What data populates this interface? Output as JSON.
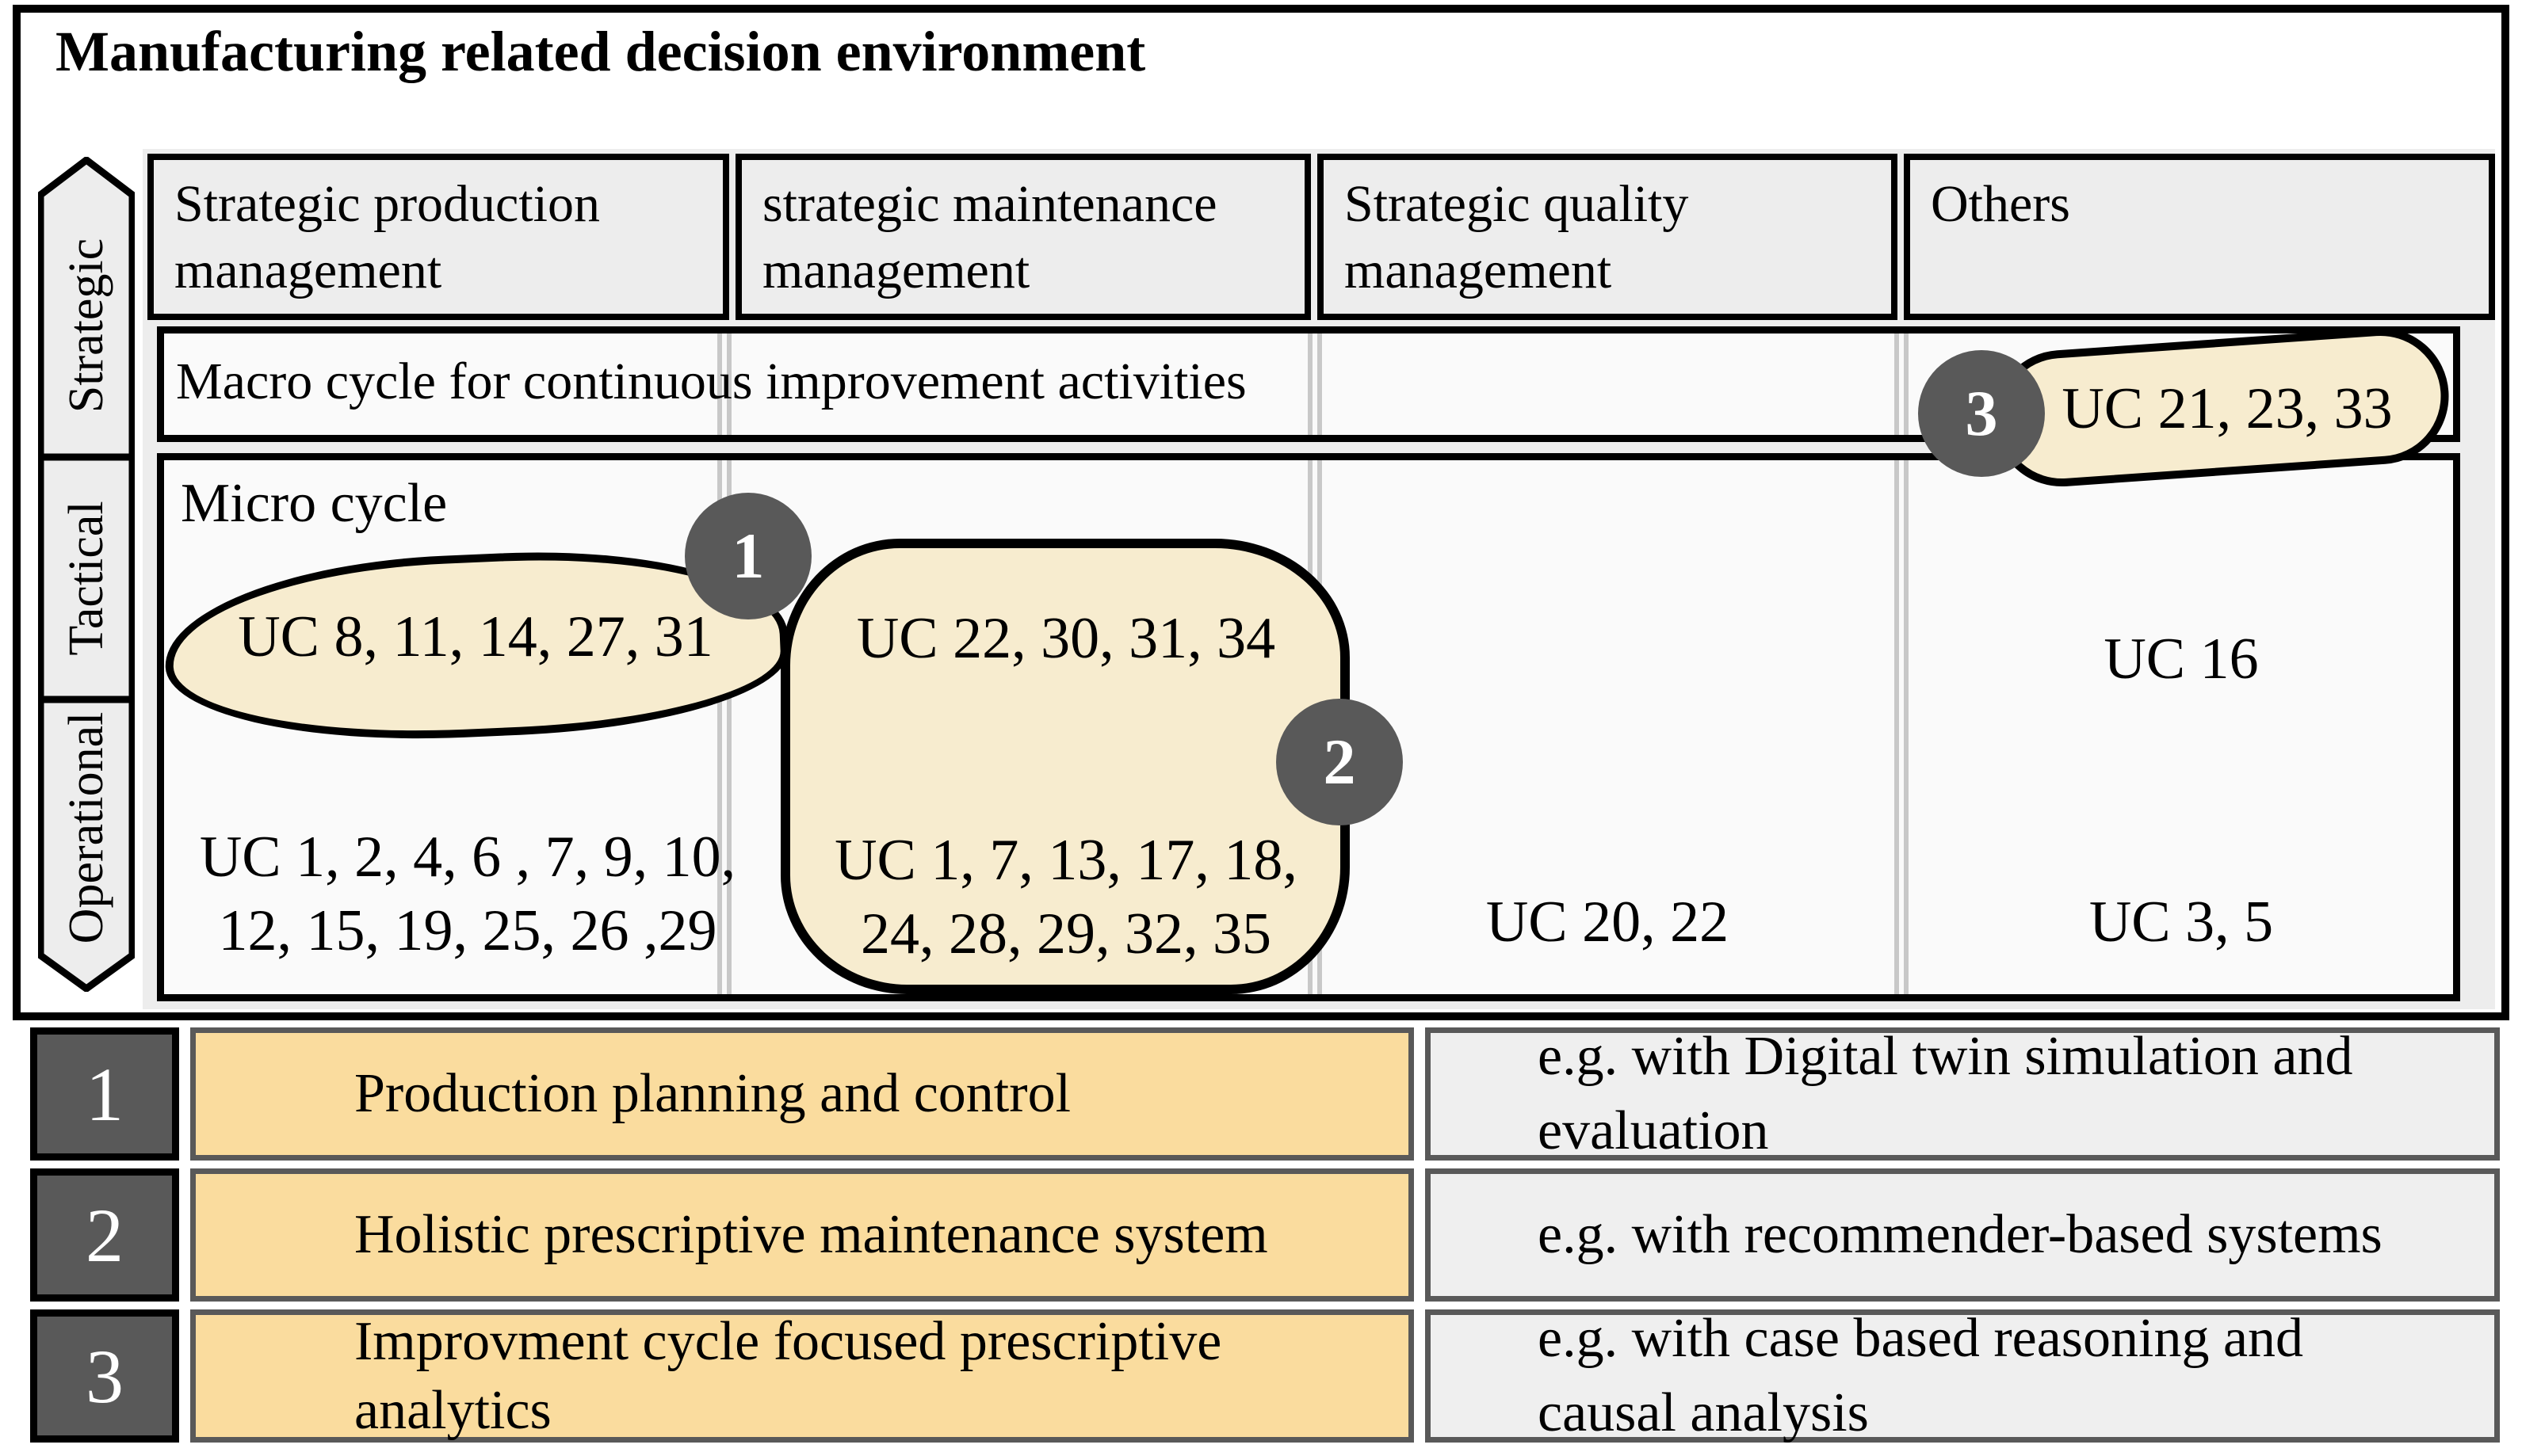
{
  "title": "Manufacturing related decision environment",
  "matrix": {
    "row_labels": [
      "Strategic",
      "Tactical",
      "Operational"
    ],
    "column_headers": [
      "Strategic production management",
      "strategic maintenance management",
      "Strategic quality management",
      "Others"
    ],
    "macro_label": "Macro cycle for continuous improvement activities",
    "micro_label": "Micro cycle",
    "cells": {
      "production_tactical_blob": "UC 8, 11, 14, 27, 31",
      "maintenance_tactical_blob": "UC 22, 30, 31, 34",
      "maintenance_operational_blob": [
        "UC 1, 7, 13, 17, 18,",
        "24, 28, 29, 32, 35"
      ],
      "production_operational": [
        "UC 1, 2, 4, 6 , 7, 9, 10,",
        "12, 15, 19, 25, 26 ,29"
      ],
      "quality_operational": "UC 20, 22",
      "others_macro_blob": "UC 21, 23, 33",
      "others_tactical": "UC 16",
      "others_operational": "UC 3, 5"
    },
    "markers": [
      "1",
      "2",
      "3"
    ]
  },
  "legend": {
    "rows": [
      {
        "num": "1",
        "label": "Production planning and control",
        "example": "e.g. with Digital twin simulation and evaluation"
      },
      {
        "num": "2",
        "label": "Holistic prescriptive maintenance system",
        "example": "e.g. with recommender-based systems"
      },
      {
        "num": "3",
        "label": "Improvment cycle focused prescriptive analytics",
        "example": "e.g. with case based reasoning and causal analysis"
      }
    ]
  },
  "colors": {
    "blob_fill": "#F7ECCF",
    "legend_orange": "#FADC9E",
    "marker_gray": "#595959",
    "header_gray": "#EDEDED",
    "box_bg": "#FAFAFA",
    "divider_gray": "#C8C8C8"
  }
}
